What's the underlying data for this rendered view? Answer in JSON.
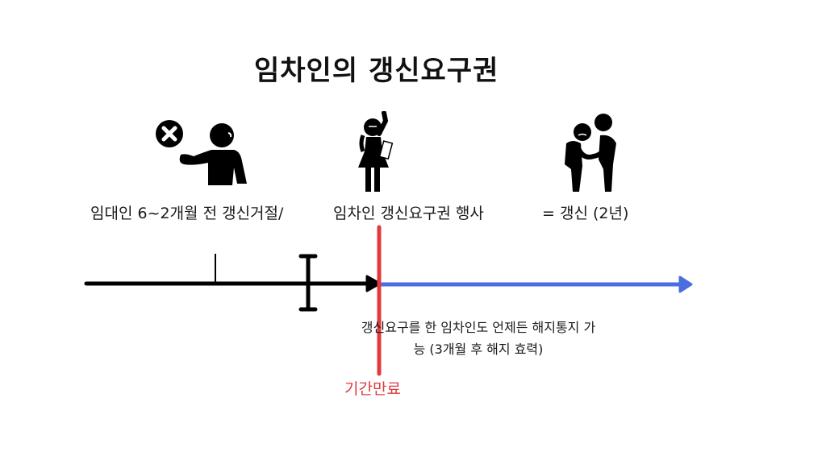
{
  "title": "임차인의 갱신요구권",
  "captions": {
    "landlord_refusal": "임대인 6~2개월 전 갱신거절/",
    "tenant_right": "임차인 갱신요구권 행사",
    "renewal": "= 갱신 (2년)"
  },
  "note": {
    "line1": "갱신요구를 한 임차인도 언제든 해지통지 가",
    "line2": "능 (3개월 후 해지 효력)"
  },
  "expiry_label": "기간만료",
  "icons": {
    "landlord": "person-refusing-x-icon",
    "tenant": "woman-raising-hand-icon",
    "agreement": "two-people-handshake-icon"
  },
  "colors": {
    "timeline_before": "#000000",
    "timeline_after": "#4a6ee0",
    "expiry_marker": "#e03a3e",
    "text": "#111111"
  }
}
